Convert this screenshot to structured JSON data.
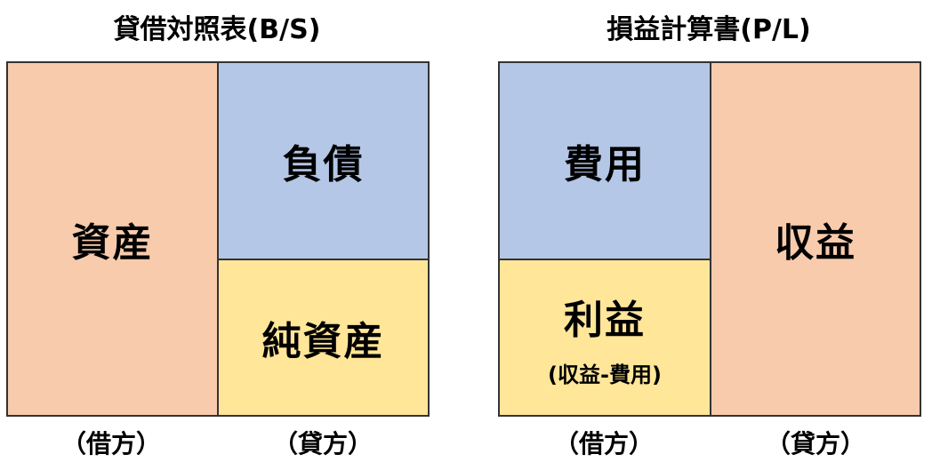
{
  "balance_sheet": {
    "title": "貸借対照表(B/S)",
    "assets": "資産",
    "liabilities": "負債",
    "net_assets": "純資産",
    "debit_label": "（借方）",
    "credit_label": "（貸方）"
  },
  "income_statement": {
    "title": "損益計算書(P/L)",
    "expenses": "費用",
    "profit": "利益",
    "profit_note": "(収益-費用)",
    "revenue": "収益",
    "debit_label": "（借方）",
    "credit_label": "（貸方）"
  },
  "colors": {
    "salmon": "#F8CBAD",
    "blue": "#B4C7E7",
    "yellow": "#FFE699"
  }
}
